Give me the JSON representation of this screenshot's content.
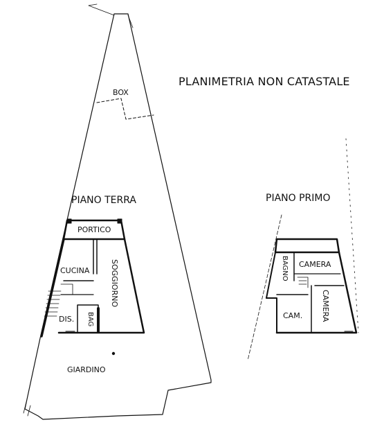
{
  "drawing": {
    "title": "PLANIMETRIA NON CATASTALE"
  },
  "ground_floor": {
    "label": "PIANO TERRA",
    "rooms": {
      "portico": "PORTICO",
      "cucina": "CUCINA",
      "soggiorno": "SOGGIORNO",
      "disimpegno": "DIS.",
      "bagno": "BAG"
    }
  },
  "first_floor": {
    "label": "PIANO PRIMO",
    "rooms": {
      "bagno": "BAGNO",
      "camera_1": "CAMERA",
      "camera_2": "CAMERA",
      "cameretta": "CAM."
    }
  },
  "site": {
    "box": "BOX",
    "garden": "GIARDINO"
  },
  "colors": {
    "ink": "#111111",
    "paper": "#ffffff"
  }
}
